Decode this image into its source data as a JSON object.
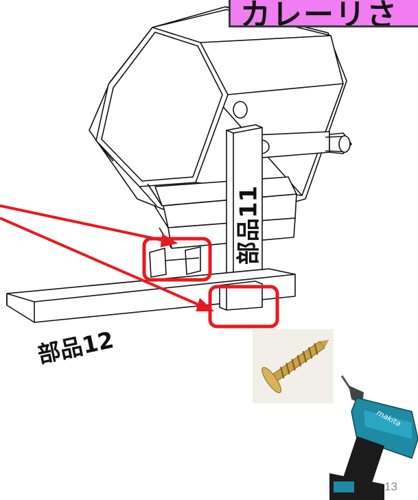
{
  "title": {
    "text": "カレーリさ"
  },
  "labels": {
    "part11": "部品11",
    "part12": "部品12"
  },
  "drill": {
    "brand": "makita"
  },
  "page_number": "13",
  "colors": {
    "title_bg": "#f07ef2",
    "highlight": "#e8191f",
    "drill_body": "#1f8aa3",
    "drill_dark": "#1b1b1b",
    "screw": "#c9a24a"
  }
}
